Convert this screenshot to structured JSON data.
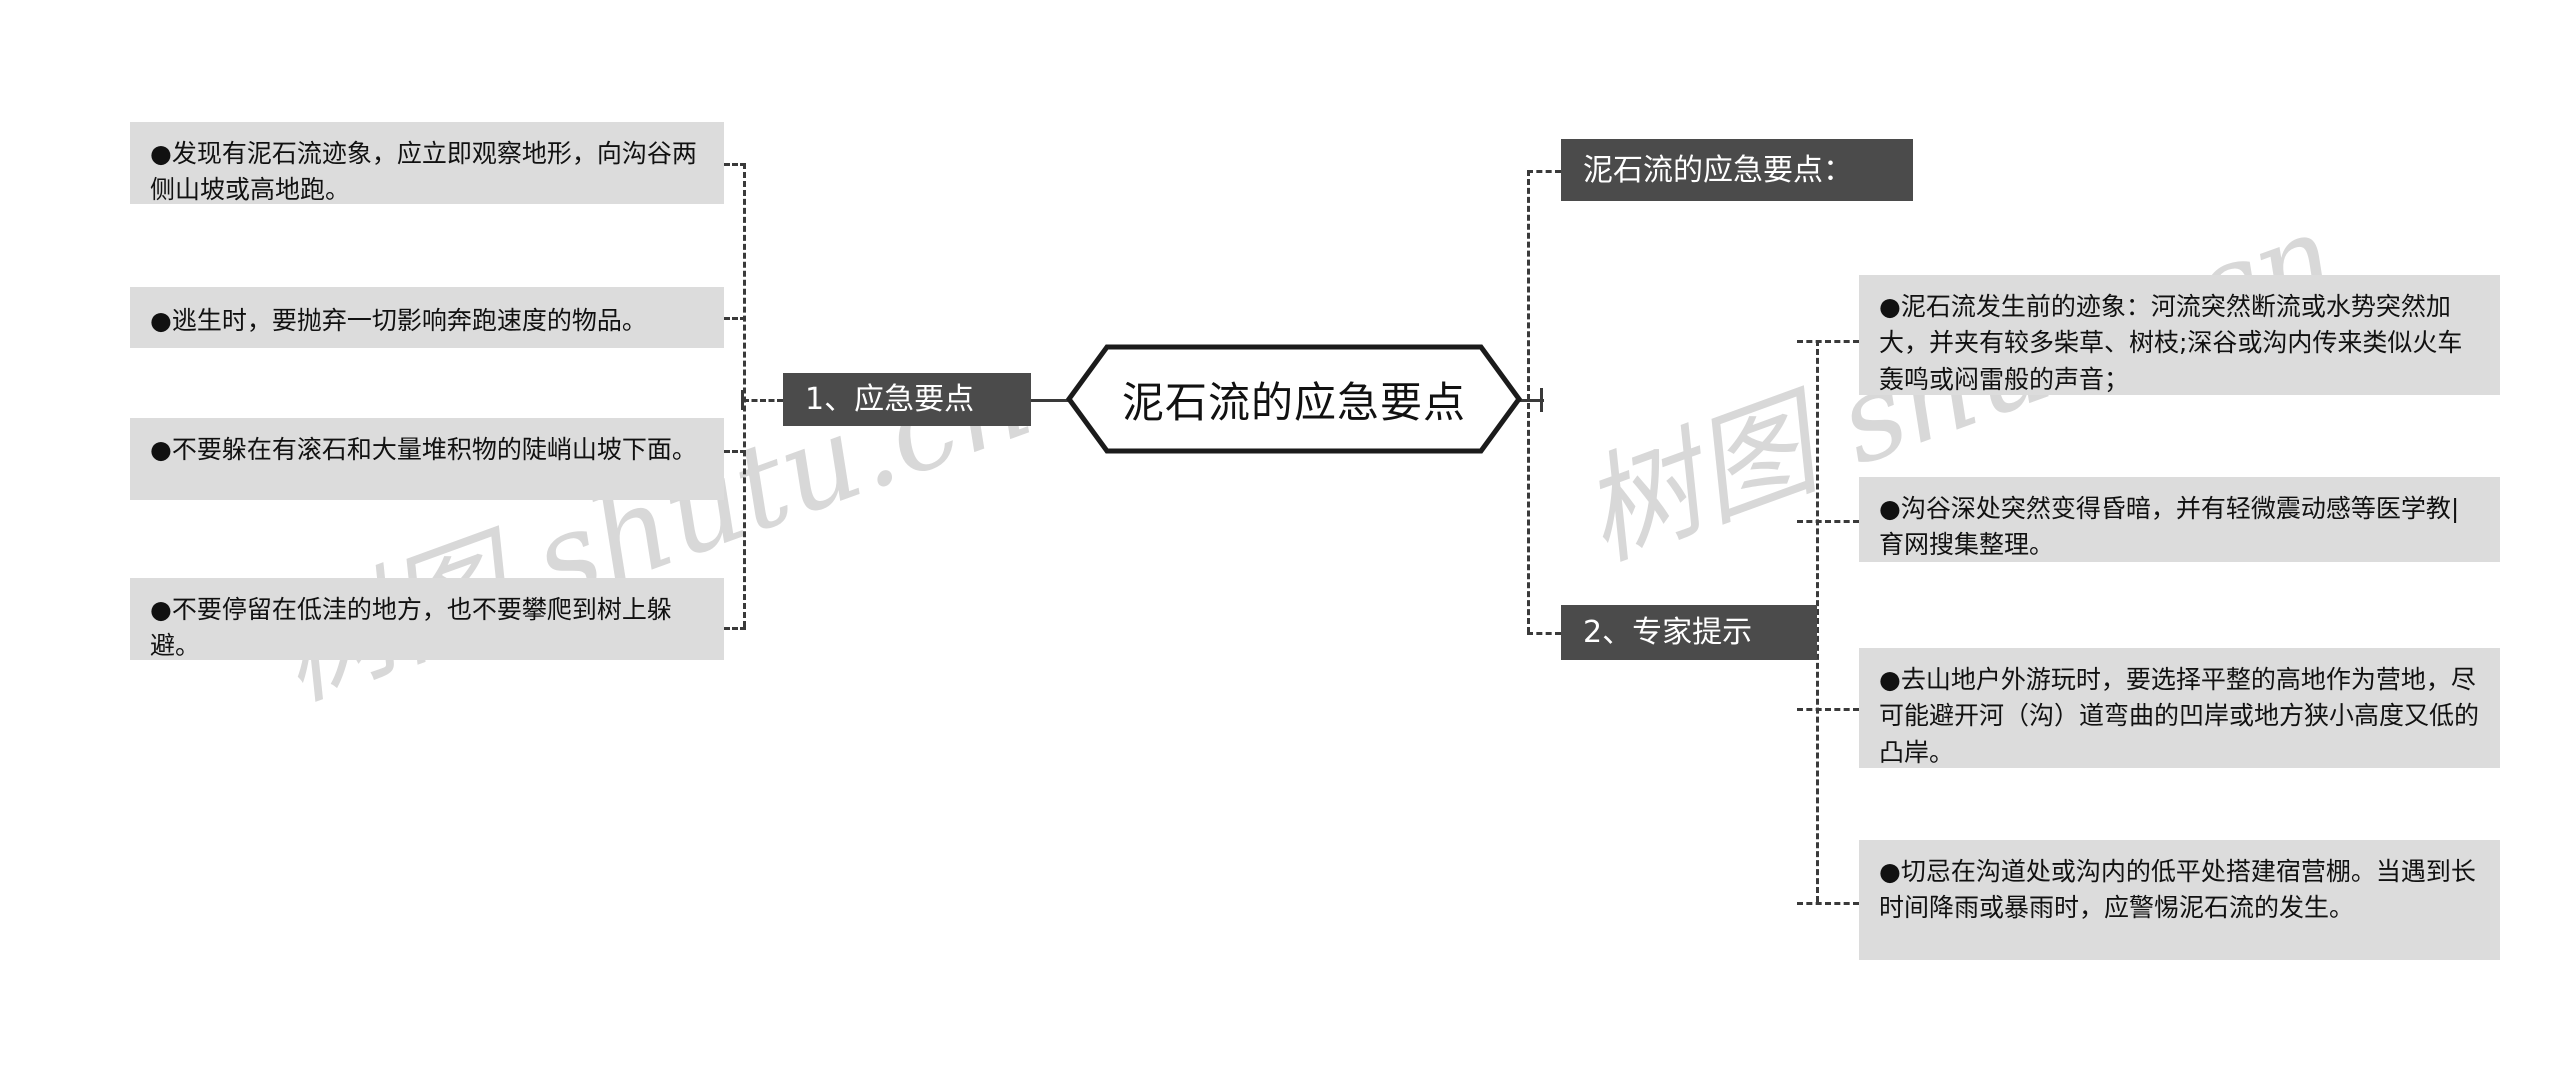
{
  "center": {
    "label": "泥石流的应急要点"
  },
  "branches": {
    "left": {
      "label": "1、应急要点",
      "items": [
        {
          "text": "●发现有泥石流迹象，应立即观察地形，向沟谷两侧山坡或高地跑。"
        },
        {
          "text": "●逃生时，要抛弃一切影响奔跑速度的物品。"
        },
        {
          "text": "●不要躲在有滚石和大量堆积物的陡峭山坡下面。"
        },
        {
          "text": "●不要停留在低洼的地方，也不要攀爬到树上躲避。"
        }
      ]
    },
    "right_top": {
      "label": "泥石流的应急要点："
    },
    "right": {
      "label": "2、专家提示",
      "items": [
        {
          "text": "●泥石流发生前的迹象：河流突然断流或水势突然加大，并夹有较多柴草、树枝;深谷或沟内传来类似火车轰鸣或闷雷般的声音；"
        },
        {
          "text": "●沟谷深处突然变得昏暗，并有轻微震动感等医学教|育网搜集整理。"
        },
        {
          "text": "●去山地户外游玩时，要选择平整的高地作为营地，尽可能避开河（沟）道弯曲的凹岸或地方狭小高度又低的凸岸。"
        },
        {
          "text": "●切忌在沟道处或沟内的低平处搭建宿营棚。当遇到长时间降雨或暴雨时，应警惕泥石流的发生。"
        }
      ]
    }
  },
  "watermark": {
    "text_a": "树图 shutu.cn",
    "text_b": "树图 shutu.cn"
  },
  "colors": {
    "leaf_bg": "#dcdcdc",
    "dark_bg": "#4b4b4b",
    "line": "#3a3a3a",
    "text": "#111111",
    "page_bg": "#ffffff"
  }
}
